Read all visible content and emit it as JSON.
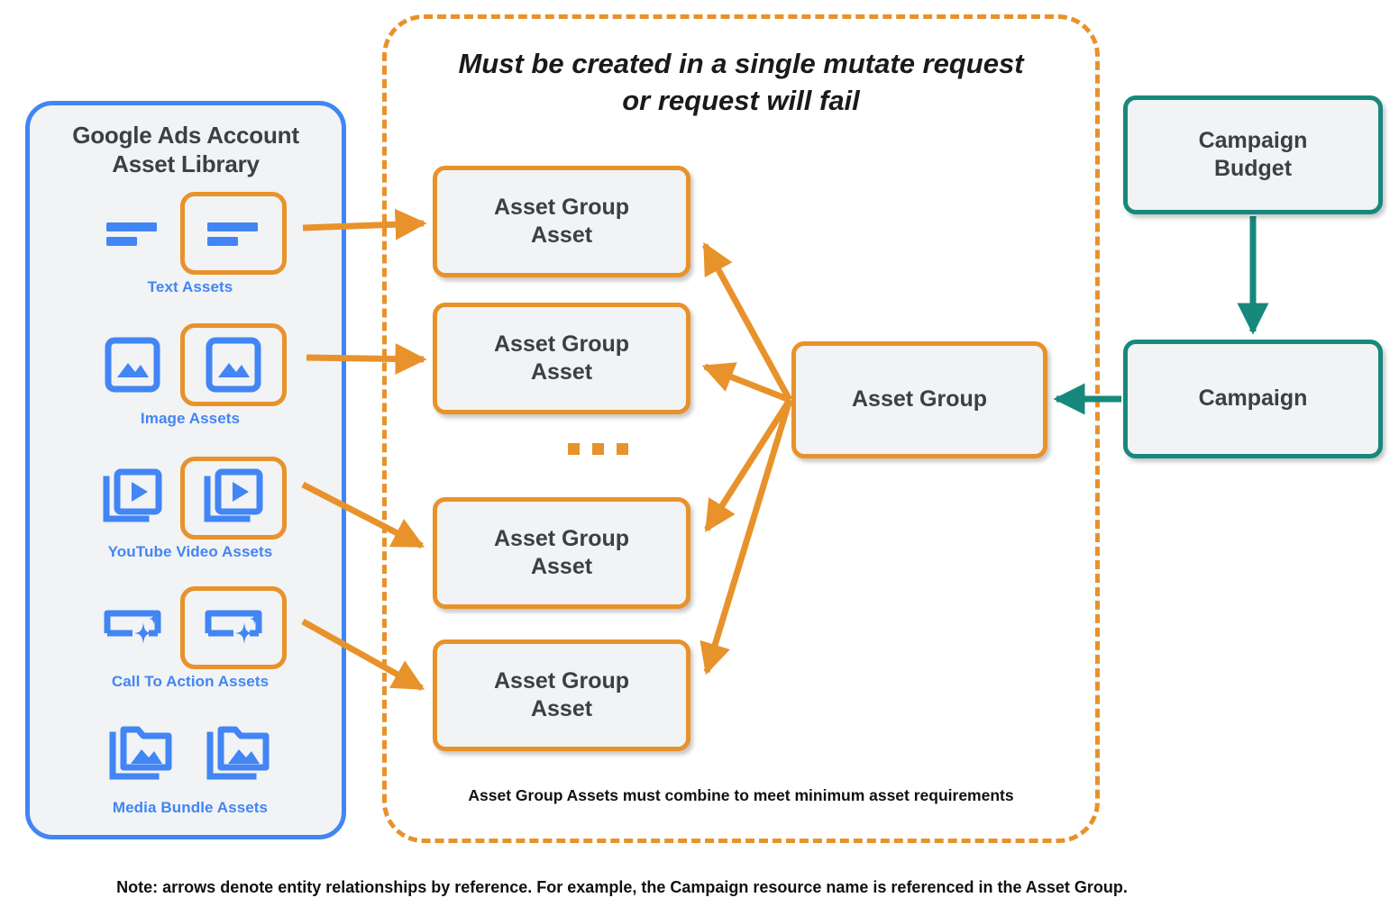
{
  "diagram": {
    "title_note": "Note: arrows denote entity relationships by reference. For example, the Campaign resource name is referenced in the Asset Group."
  },
  "colors": {
    "blue": "#4285F4",
    "orange": "#E8922B",
    "teal": "#16897C",
    "node_fill": "#F1F3F4",
    "text_dark": "#3C4043"
  },
  "asset_library": {
    "title": "Google Ads Account\nAsset Library",
    "items": [
      {
        "caption": "Text Assets",
        "icon": "text-asset-icon",
        "highlighted": true
      },
      {
        "caption": "Image Assets",
        "icon": "image-asset-icon",
        "highlighted": true
      },
      {
        "caption": "YouTube Video  Assets",
        "icon": "video-asset-icon",
        "highlighted": true
      },
      {
        "caption": "Call To Action Assets",
        "icon": "call-to-action-asset-icon",
        "highlighted": true
      },
      {
        "caption": "Media Bundle  Assets",
        "icon": "media-bundle-asset-icon",
        "highlighted": false
      }
    ]
  },
  "mutate_container": {
    "heading": "Must be created in a single mutate request\nor request will fail",
    "footnote": "Asset Group Assets must combine to meet minimum asset requirements",
    "ellipsis": "...",
    "asset_group_assets": [
      {
        "label": "Asset Group\nAsset"
      },
      {
        "label": "Asset Group\nAsset"
      },
      {
        "label": "Asset Group\nAsset"
      },
      {
        "label": "Asset Group\nAsset"
      }
    ]
  },
  "nodes": {
    "asset_group": "Asset Group",
    "campaign_budget": "Campaign\nBudget",
    "campaign": "Campaign"
  }
}
